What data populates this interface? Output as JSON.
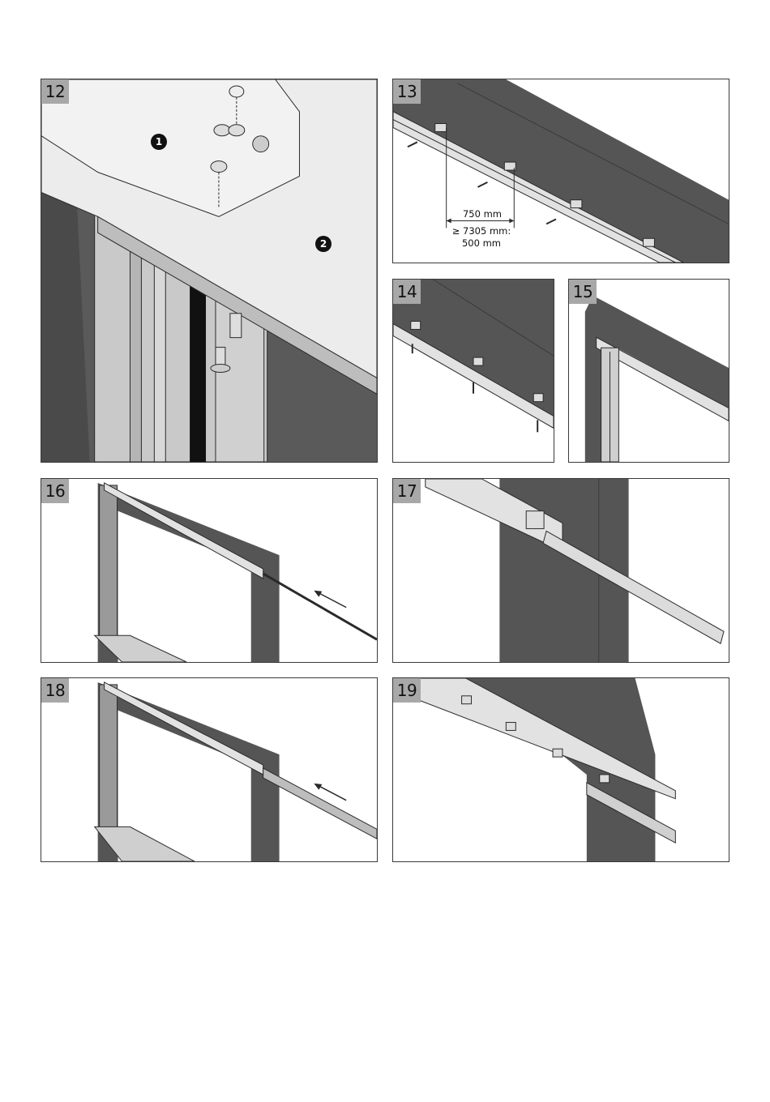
{
  "steps": {
    "s12": {
      "number": "12",
      "callout_1": "1",
      "callout_2": "2"
    },
    "s13": {
      "number": "13",
      "dim_spacing": "750 mm",
      "dim_rule_line1": "≥ 7305 mm:",
      "dim_rule_line2": "500 mm"
    },
    "s14": {
      "number": "14"
    },
    "s15": {
      "number": "15"
    },
    "s16": {
      "number": "16"
    },
    "s17": {
      "number": "17"
    },
    "s18": {
      "number": "18"
    },
    "s19": {
      "number": "19"
    }
  },
  "colors": {
    "wall": "#555555",
    "metal": "#e2e2e2",
    "outline": "#2a2a2a",
    "badge": "#a8a8a8"
  }
}
